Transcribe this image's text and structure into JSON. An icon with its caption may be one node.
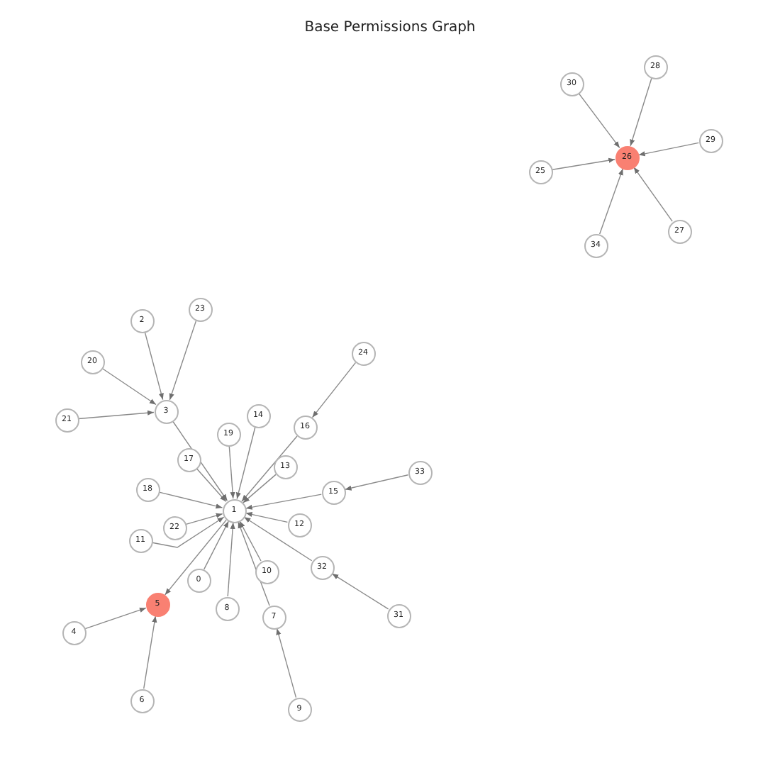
{
  "diagram": {
    "title": "Base Permissions Graph",
    "nodes": [
      {
        "text": [
          "28"
        ]
      },
      {
        "text": [
          "30"
        ]
      },
      {
        "text": [
          "29"
        ]
      },
      {
        "text": [
          "26"
        ]
      },
      {
        "text": [
          "25"
        ]
      },
      {
        "text": [
          "27"
        ]
      },
      {
        "text": [
          "34"
        ]
      },
      {
        "text": [
          "23"
        ]
      },
      {
        "text": [
          "2"
        ]
      },
      {
        "text": [
          "24"
        ]
      },
      {
        "text": [
          "20"
        ]
      },
      {
        "text": [
          "3"
        ]
      },
      {
        "text": [
          "14"
        ]
      },
      {
        "text": [
          "21"
        ]
      },
      {
        "text": [
          "16"
        ]
      },
      {
        "text": [
          "19"
        ]
      },
      {
        "text": [
          "17"
        ]
      },
      {
        "text": [
          "13"
        ]
      },
      {
        "text": [
          "33"
        ]
      },
      {
        "text": [
          "18"
        ]
      },
      {
        "text": [
          "15"
        ]
      },
      {
        "text": [
          "1"
        ]
      },
      {
        "text": [
          "12"
        ]
      },
      {
        "text": [
          "22"
        ]
      },
      {
        "text": [
          "11"
        ]
      },
      {
        "text": [
          "32"
        ]
      },
      {
        "text": [
          "10"
        ]
      },
      {
        "text": [
          "0"
        ]
      },
      {
        "text": [
          "5"
        ]
      },
      {
        "text": [
          "8"
        ]
      },
      {
        "text": [
          "31"
        ]
      },
      {
        "text": [
          "7"
        ]
      },
      {
        "text": [
          "4"
        ]
      },
      {
        "text": [
          "6"
        ]
      },
      {
        "text": [
          "9"
        ]
      }
    ],
    "edges": [
      {
        "from": 1,
        "to": 3,
        "arrow": "to"
      },
      {
        "from": 0,
        "to": 3,
        "arrow": "to"
      },
      {
        "from": 2,
        "to": 3,
        "arrow": "to"
      },
      {
        "from": 4,
        "to": 3,
        "arrow": "to"
      },
      {
        "from": 5,
        "to": 3,
        "arrow": "to"
      },
      {
        "from": 6,
        "to": 3,
        "arrow": "to"
      },
      {
        "from": 8,
        "to": 11,
        "arrow": "to"
      },
      {
        "from": 7,
        "to": 11,
        "arrow": "to"
      },
      {
        "from": 10,
        "to": 11,
        "arrow": "to"
      },
      {
        "from": 13,
        "to": 11,
        "arrow": "to"
      },
      {
        "from": 11,
        "to": 21,
        "arrow": "to"
      },
      {
        "from": 16,
        "to": 21,
        "arrow": "to"
      },
      {
        "from": 15,
        "to": 21,
        "arrow": "to"
      },
      {
        "from": 12,
        "to": 21,
        "arrow": "to"
      },
      {
        "from": 14,
        "to": 21,
        "arrow": "to"
      },
      {
        "from": 9,
        "to": 14,
        "arrow": "to"
      },
      {
        "from": 17,
        "to": 21,
        "arrow": "to"
      },
      {
        "from": 20,
        "to": 21,
        "arrow": "to"
      },
      {
        "from": 18,
        "to": 20,
        "arrow": "to"
      },
      {
        "from": 19,
        "to": 21,
        "arrow": "to"
      },
      {
        "from": 23,
        "to": 21,
        "arrow": "to"
      },
      {
        "from": 24,
        "to": 21,
        "arrow": "to"
      },
      {
        "from": 22,
        "to": 21,
        "arrow": "to"
      },
      {
        "from": 25,
        "to": 21,
        "arrow": "to"
      },
      {
        "from": 30,
        "to": 25,
        "arrow": "to"
      },
      {
        "from": 26,
        "to": 21,
        "arrow": "to"
      },
      {
        "from": 27,
        "to": 21,
        "arrow": "to"
      },
      {
        "from": 29,
        "to": 21,
        "arrow": "to"
      },
      {
        "from": 31,
        "to": 21,
        "arrow": "to"
      },
      {
        "from": 34,
        "to": 31,
        "arrow": "to"
      },
      {
        "from": 21,
        "to": 28,
        "arrow": "to"
      },
      {
        "from": 32,
        "to": 28,
        "arrow": "to"
      },
      {
        "from": 33,
        "to": 28,
        "arrow": "to"
      }
    ]
  }
}
